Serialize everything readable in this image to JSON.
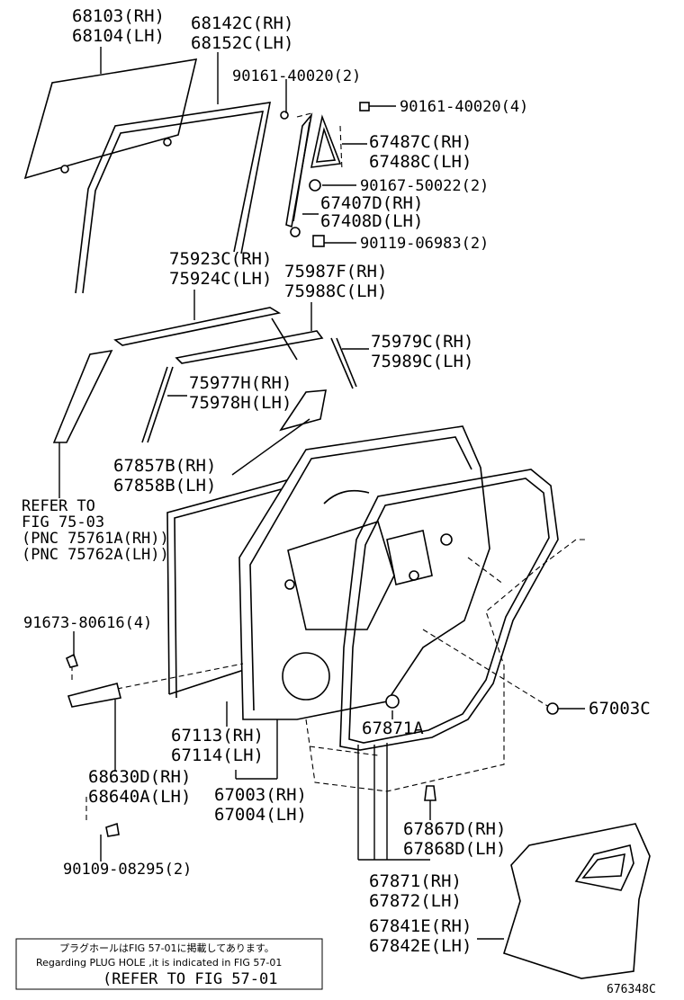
{
  "callouts": {
    "glass": [
      "68103(RH)",
      "68104(LH)"
    ],
    "run_channel": [
      "68142C(RH)",
      "68152C(LH)"
    ],
    "screw_top": "90161-40020(2)",
    "screw_top_right": "90161-40020(4)",
    "quarter_glass": [
      "67487C(RH)",
      "67488C(LH)"
    ],
    "clip_22": "90167-50022(2)",
    "division_bar": [
      "67407D(RH)",
      "67408D(LH)"
    ],
    "bolt_983": "90119-06983(2)",
    "belt_outer": [
      "75923C(RH)",
      "75924C(LH)"
    ],
    "belt_inner": [
      "75987F(RH)",
      "75988C(LH)"
    ],
    "molding_rear": [
      "75979C(RH)",
      "75989C(LH)"
    ],
    "molding_front": [
      "75977H(RH)",
      "75978H(LH)"
    ],
    "cover": [
      "67857B(RH)",
      "67858B(LH)"
    ],
    "refer_fig": [
      "REFER TO",
      "FIG 75-03",
      "(PNC 75761A(RH))",
      "(PNC 75762A(LH))"
    ],
    "bolt_616": "91673-80616(4)",
    "checker": [
      "68630D(RH)",
      "68640A(LH)"
    ],
    "bolt_295": "90109-08295(2)",
    "weatherstrip_door": [
      "67113(RH)",
      "67114(LH)"
    ],
    "door_panel": [
      "67003(RH)",
      "67004(LH)"
    ],
    "hole_plug": "67871A",
    "plug_c": "67003C",
    "clip_867": [
      "67867D(RH)",
      "67868D(LH)"
    ],
    "weatherstrip_body": [
      "67871(RH)",
      "67872(LH)"
    ],
    "service_hole_cover": [
      "67841E(RH)",
      "67842E(LH)"
    ]
  },
  "notice": {
    "japanese": "プラグホールはFIG 57-01に掲載してあります。",
    "english": "Regarding PLUG HOLE ,it is indicated in FIG 57-01",
    "refer": "(REFER TO FIG 57-01"
  },
  "figure_id": "676348C"
}
